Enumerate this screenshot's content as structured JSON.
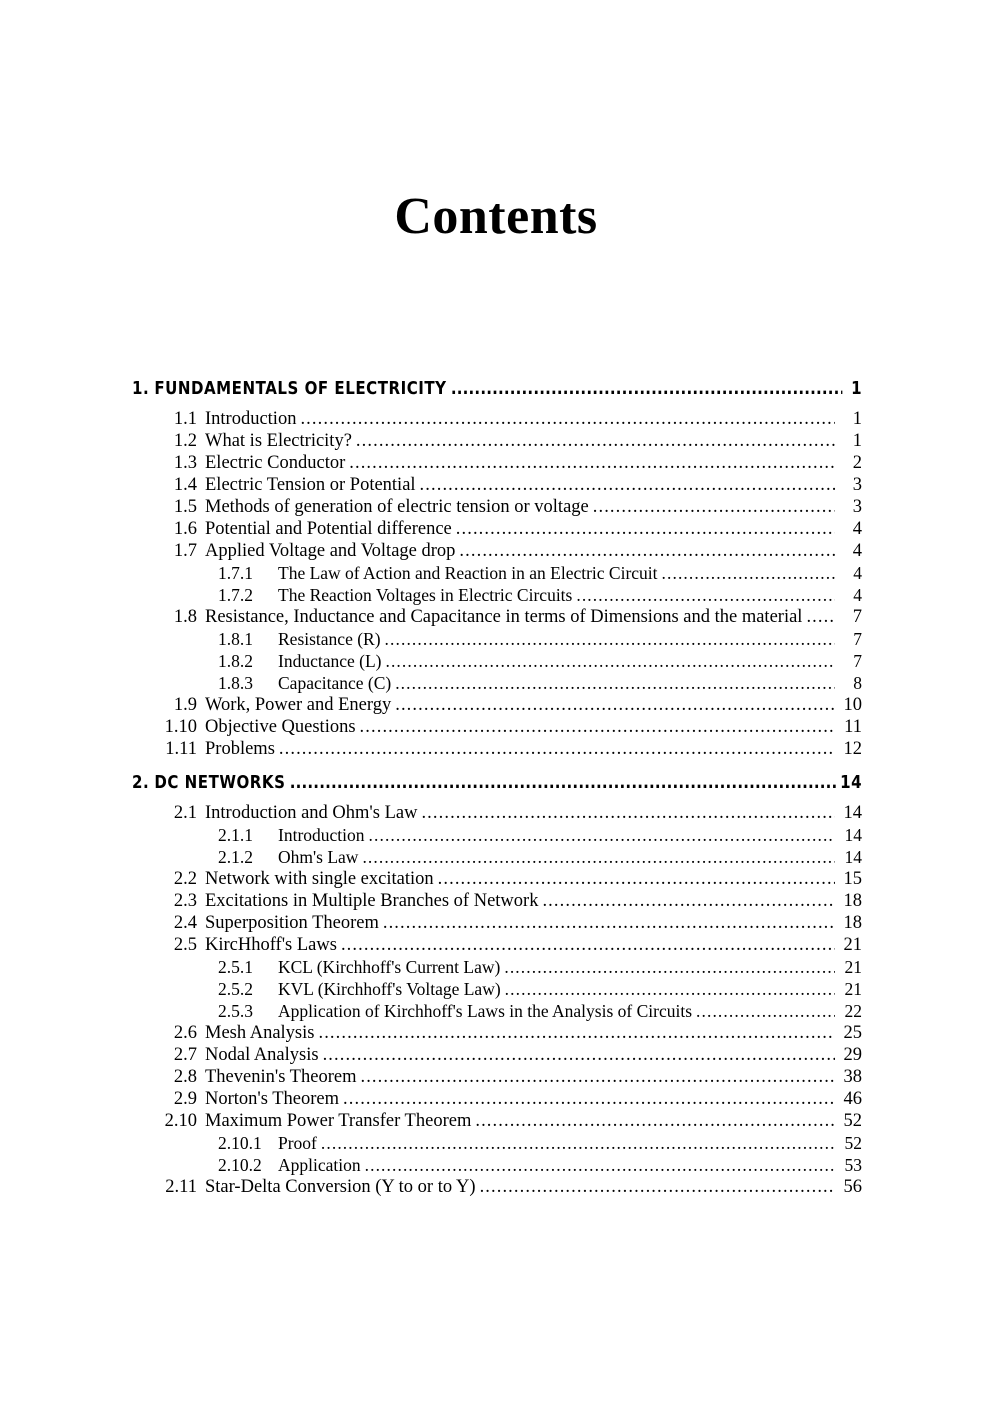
{
  "document": {
    "title": "Contents"
  },
  "toc": {
    "entries": [
      {
        "level": 1,
        "num": "1.",
        "label": "FUNDAMENTALS OF ELECTRICITY",
        "page": "1"
      },
      {
        "level": 2,
        "num": "1.1",
        "label": "Introduction",
        "page": "1"
      },
      {
        "level": 2,
        "num": "1.2",
        "label": "What is Electricity?",
        "page": "1"
      },
      {
        "level": 2,
        "num": "1.3",
        "label": "Electric Conductor",
        "page": "2"
      },
      {
        "level": 2,
        "num": "1.4",
        "label": "Electric Tension or Potential",
        "page": "3"
      },
      {
        "level": 2,
        "num": "1.5",
        "label": "Methods of generation of electric tension or voltage",
        "page": "3"
      },
      {
        "level": 2,
        "num": "1.6",
        "label": "Potential  and Potential difference",
        "page": "4"
      },
      {
        "level": 2,
        "num": "1.7",
        "label": "Applied Voltage and Voltage drop",
        "page": "4"
      },
      {
        "level": 3,
        "num": "1.7.1",
        "label": "The Law of Action and Reaction in an Electric Circuit",
        "page": "4"
      },
      {
        "level": 3,
        "num": "1.7.2",
        "label": "The Reaction Voltages in Electric Circuits",
        "page": "4"
      },
      {
        "level": 2,
        "num": "1.8",
        "label": "Resistance, Inductance and Capacitance in terms of Dimensions and the material",
        "page": "7"
      },
      {
        "level": 3,
        "num": "1.8.1",
        "label": "Resistance (R)",
        "page": "7"
      },
      {
        "level": 3,
        "num": "1.8.2",
        "label": "Inductance (L)",
        "page": "7"
      },
      {
        "level": 3,
        "num": "1.8.3",
        "label": "Capacitance (C)",
        "page": "8"
      },
      {
        "level": 2,
        "num": "1.9",
        "label": "Work, Power and Energy",
        "page": "10"
      },
      {
        "level": 2,
        "num": "1.10",
        "label": "Objective Questions",
        "page": "11"
      },
      {
        "level": 2,
        "num": "1.11",
        "label": "Problems",
        "page": "12"
      },
      {
        "level": 1,
        "num": "2.",
        "label": "DC NETWORKS",
        "page": "14"
      },
      {
        "level": 2,
        "num": "2.1",
        "label": "Introduction and Ohm's Law",
        "page": "14"
      },
      {
        "level": 3,
        "num": "2.1.1",
        "label": "Introduction",
        "page": "14"
      },
      {
        "level": 3,
        "num": "2.1.2",
        "label": "Ohm's Law",
        "page": "14"
      },
      {
        "level": 2,
        "num": "2.2",
        "label": "Network with single excitation",
        "page": "15"
      },
      {
        "level": 2,
        "num": "2.3",
        "label": "Excitations in Multiple Branches of Network",
        "page": "18"
      },
      {
        "level": 2,
        "num": "2.4",
        "label": "Superposition Theorem",
        "page": "18"
      },
      {
        "level": 2,
        "num": "2.5",
        "label": "KircHhoff's Laws",
        "page": "21"
      },
      {
        "level": 3,
        "num": "2.5.1",
        "label": "KCL (Kirchhoff's Current Law)",
        "page": "21"
      },
      {
        "level": 3,
        "num": "2.5.2",
        "label": "KVL (Kirchhoff's Voltage Law)",
        "page": "21"
      },
      {
        "level": 3,
        "num": "2.5.3",
        "label": "Application of Kirchhoff's Laws in the Analysis of Circuits",
        "page": "22"
      },
      {
        "level": 2,
        "num": "2.6",
        "label": "Mesh Analysis",
        "page": "25"
      },
      {
        "level": 2,
        "num": "2.7",
        "label": "Nodal Analysis",
        "page": "29"
      },
      {
        "level": 2,
        "num": "2.8",
        "label": "Thevenin's Theorem",
        "page": "38"
      },
      {
        "level": 2,
        "num": "2.9",
        "label": "Norton's Theorem",
        "page": "46"
      },
      {
        "level": 2,
        "num": "2.10",
        "label": "Maximum Power Transfer Theorem",
        "page": "52"
      },
      {
        "level": 3,
        "num": "2.10.1",
        "label": "Proof",
        "page": "52"
      },
      {
        "level": 3,
        "num": "2.10.2",
        "label": "Application",
        "page": "53"
      },
      {
        "level": 2,
        "num": "2.11",
        "label": "Star-Delta Conversion (Y to  or  to Y)",
        "page": "56"
      }
    ]
  }
}
